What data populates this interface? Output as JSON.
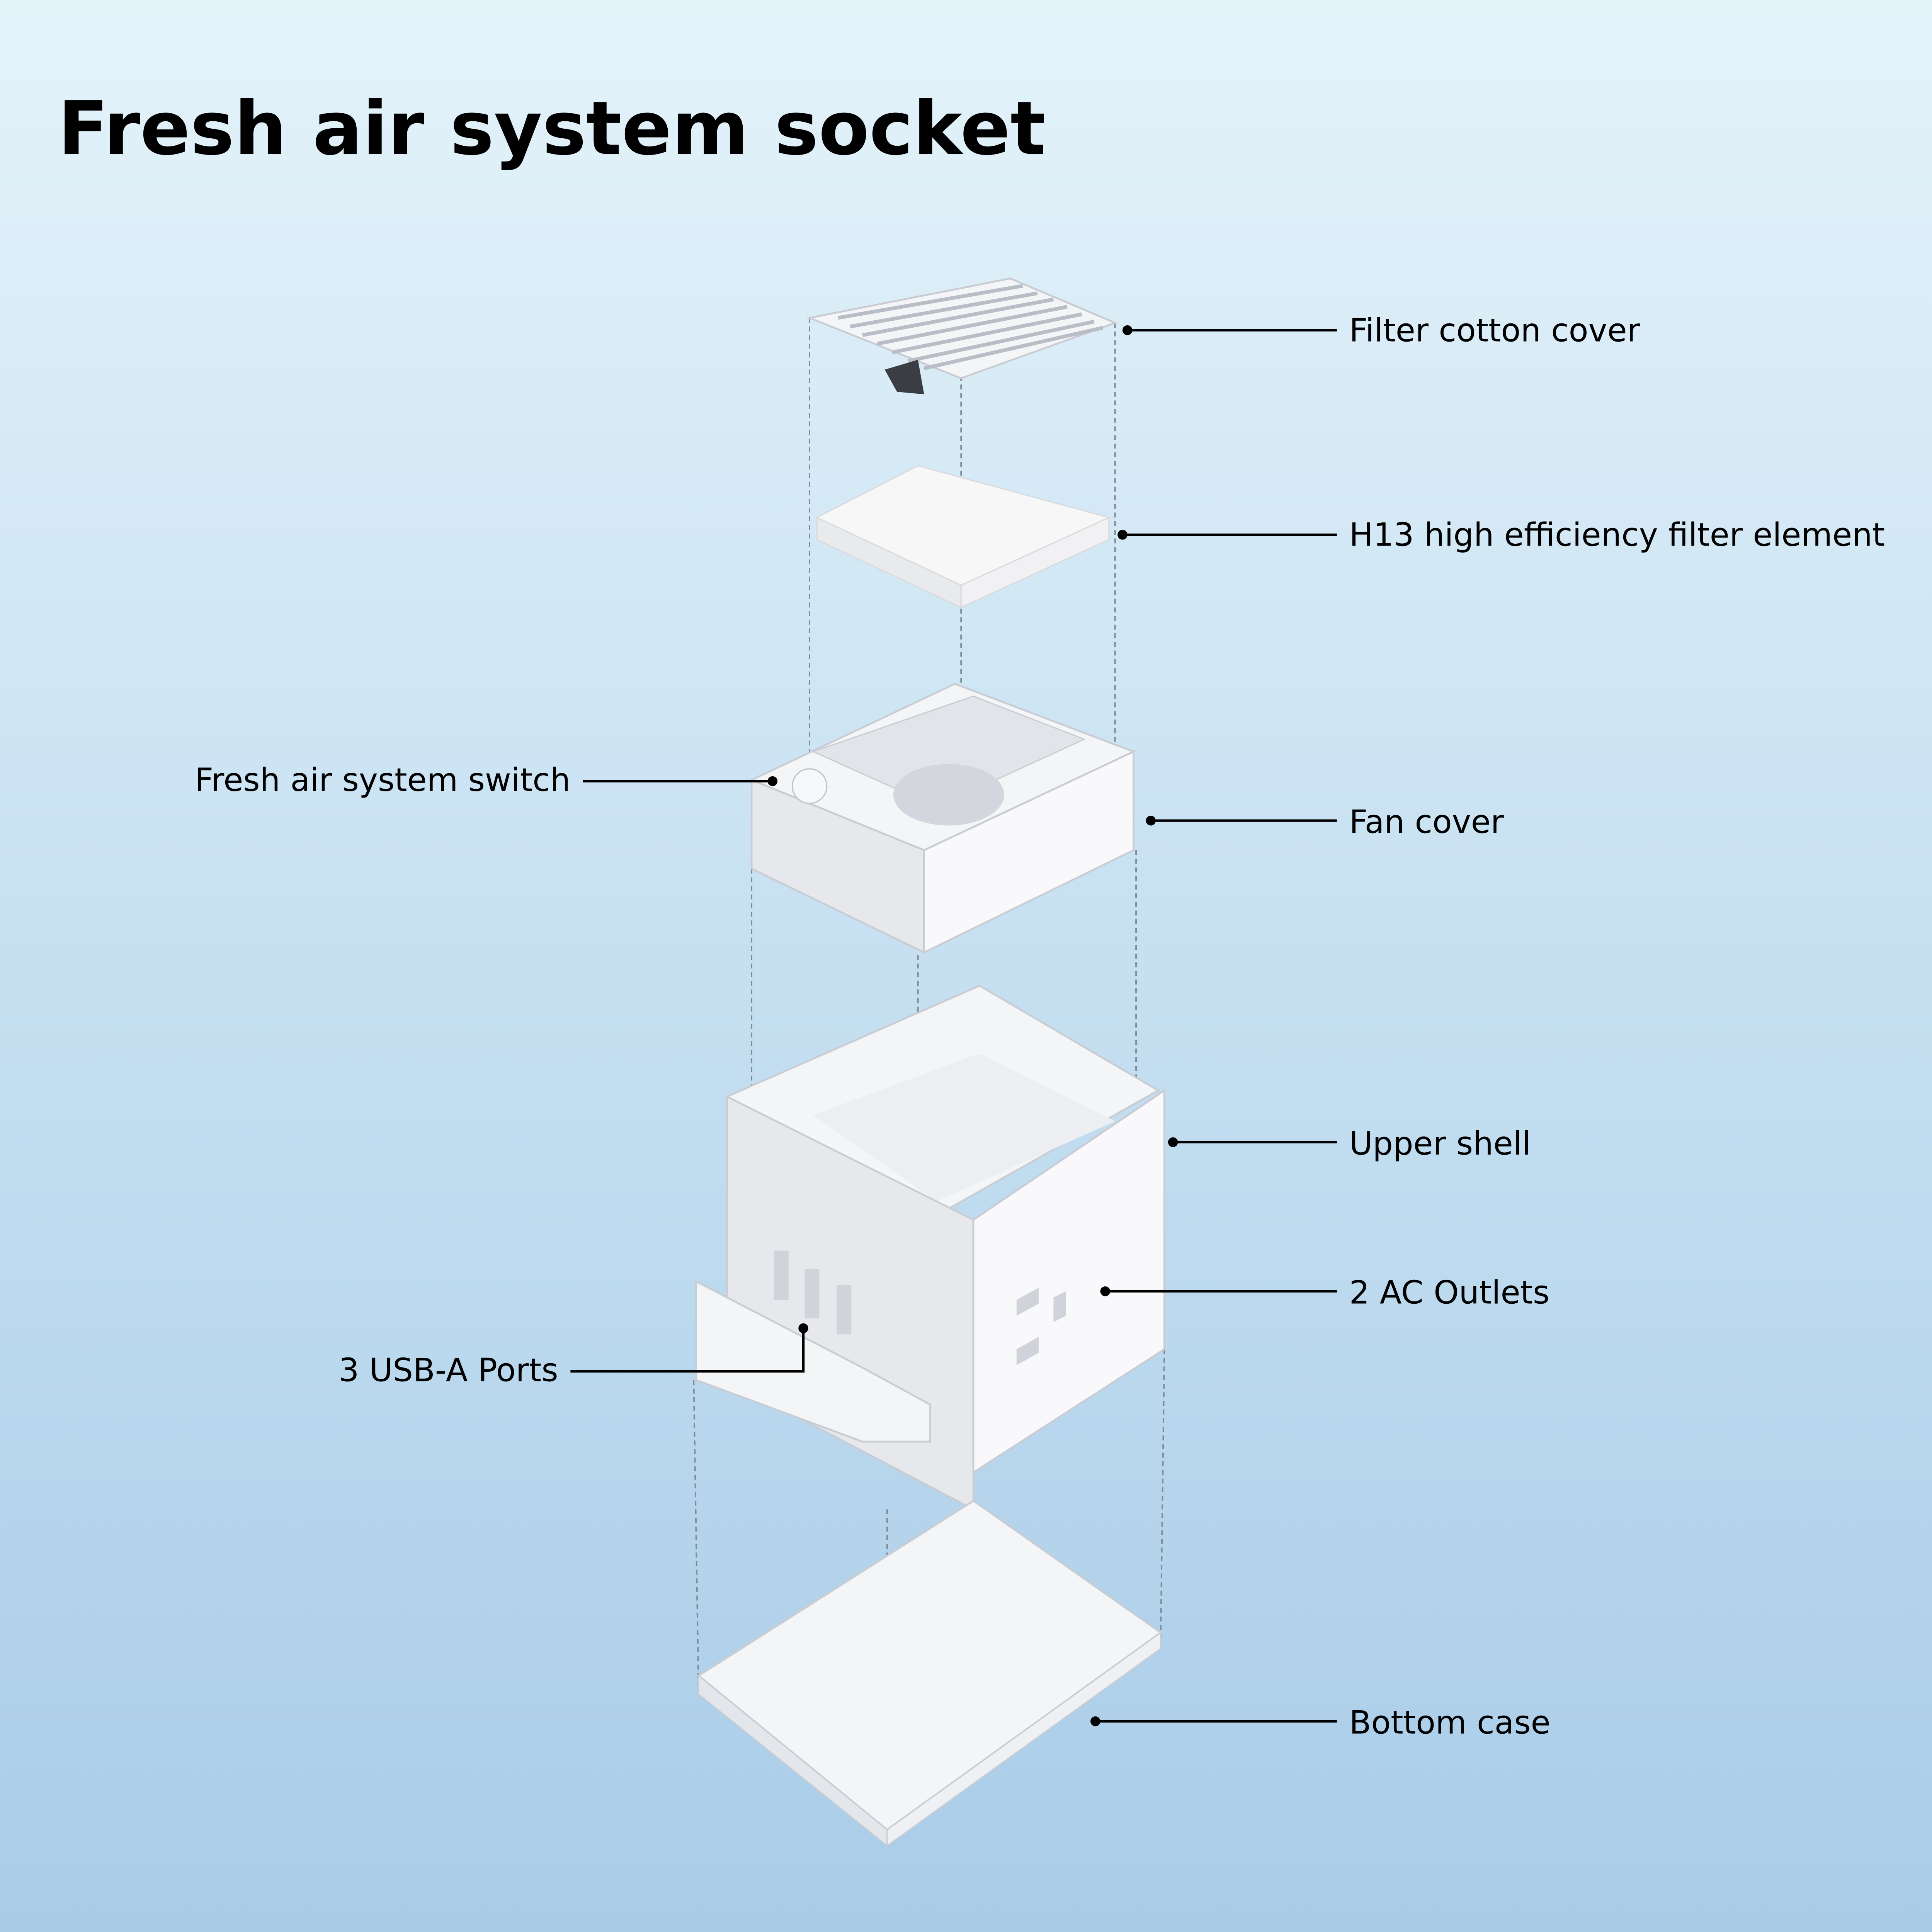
{
  "title": "Fresh air system socket",
  "labels": {
    "filter_cotton_cover": "Filter cotton cover",
    "h13_filter": "H13 high efficiency filter element",
    "switch": "Fresh air system switch",
    "fan_cover": "Fan cover",
    "upper_shell": "Upper shell",
    "ac_outlets": "2 AC Outlets",
    "usb_ports": "3 USB-A Ports",
    "bottom_case": "Bottom case"
  }
}
